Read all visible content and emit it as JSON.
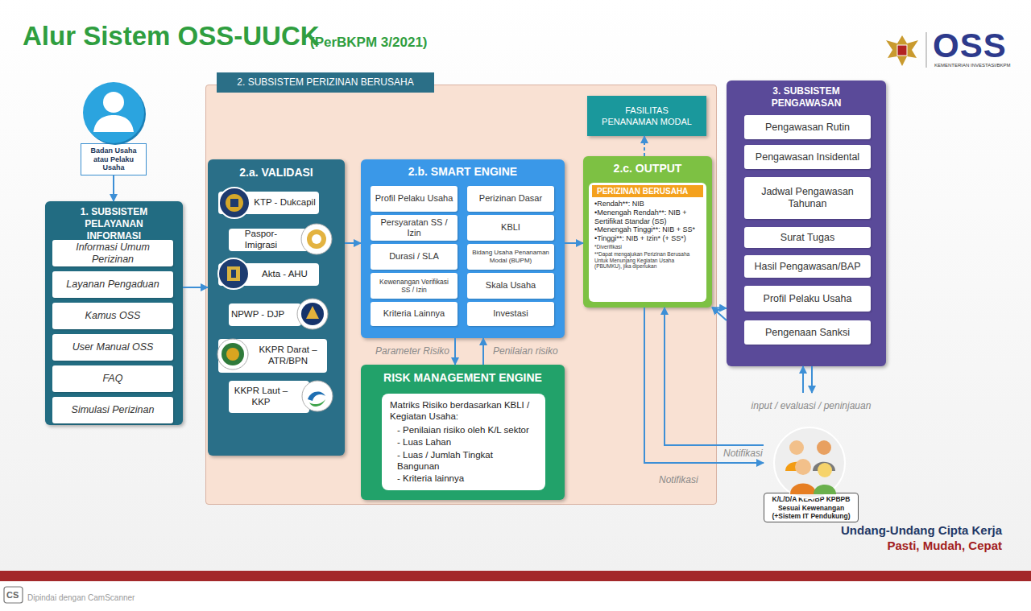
{
  "diagram": {
    "title": "Alur Sistem OSS-UUCK",
    "nodes": [
      {
        "text": [
          "Badan Usaha atau Pelaku Usaha"
        ]
      },
      {
        "text": [
          "1. SUBSISTEM PELAYANAN INFORMASI"
        ]
      },
      {
        "text": [
          "Informasi Umum Perizinan"
        ],
        "in": 1
      },
      {
        "text": [
          "Layanan Pengaduan"
        ],
        "in": 1
      },
      {
        "text": [
          "Kamus OSS"
        ],
        "in": 1
      },
      {
        "text": [
          "User Manual OSS"
        ],
        "in": 1
      },
      {
        "text": [
          "FAQ"
        ],
        "in": 1
      },
      {
        "text": [
          "Simulasi Perizinan"
        ],
        "in": 1
      },
      {
        "text": [
          "2. SUBSISTEM PERIZINAN BERUSAHA"
        ]
      },
      {
        "text": [
          "2.a. VALIDASI"
        ],
        "in": 8
      },
      {
        "text": [
          "KTP - Dukcapil"
        ],
        "in": 9
      },
      {
        "text": [
          "Paspor-Imigrasi"
        ],
        "in": 9
      },
      {
        "text": [
          "Akta - AHU"
        ],
        "in": 9
      },
      {
        "text": [
          "NPWP - DJP"
        ],
        "in": 9
      },
      {
        "text": [
          "KKPR Darat – ATR/BPN"
        ],
        "in": 9
      },
      {
        "text": [
          "KKPR Laut – KKP"
        ],
        "in": 9
      },
      {
        "text": [
          "2.b. SMART ENGINE"
        ],
        "in": 8
      },
      {
        "text": [
          "Profil Pelaku Usaha"
        ],
        "in": 16
      },
      {
        "text": [
          "Perizinan Dasar"
        ],
        "in": 16
      },
      {
        "text": [
          "Persyaratan SS / Izin"
        ],
        "in": 16
      },
      {
        "text": [
          "KBLI"
        ],
        "in": 16
      },
      {
        "text": [
          "Durasi / SLA"
        ],
        "in": 16
      },
      {
        "text": [
          "Bidang Usaha Penanaman Modal (BUPM)"
        ],
        "in": 16
      },
      {
        "text": [
          "Kewenangan Verifikasi SS / Izin"
        ],
        "in": 16
      },
      {
        "text": [
          "Skala Usaha"
        ],
        "in": 16
      },
      {
        "text": [
          "Kriteria Lainnya"
        ],
        "in": 16
      },
      {
        "text": [
          "Investasi"
        ],
        "in": 16
      },
      {
        "text": [
          "RISK MANAGEMENT ENGINE"
        ],
        "in": 8
      },
      {
        "text": [
          "Matriks Risiko berdasarkan KBLI / Kegiatan Usaha:",
          "- Penilaian risiko oleh K/L sektor",
          "- Luas Lahan",
          "- Luas / Jumlah Tingkat Bangunan",
          "- Kriteria lainnya"
        ],
        "in": 27
      },
      {
        "text": [
          "FASILITAS PENANAMAN MODAL"
        ],
        "in": 8
      },
      {
        "text": [
          "2.c. OUTPUT"
        ],
        "in": 8
      },
      {
        "text": [
          "PERIZINAN BERUSAHA",
          "•Rendah**: NIB",
          "•Menengah Rendah**: NIB + Sertifikat Standar (SS)",
          "•Menengah Tinggi**: NIB + SS*",
          "•Tinggi**: NIB + Izin* (+ SS*)",
          "*Diverifikasi",
          "**Dapat mengajukan Perizinan Berusaha Untuk Menunjang Kegiatan Usaha (PBUMKU), jika diperlukan"
        ],
        "in": 30
      },
      {
        "text": [
          "3. SUBSISTEM PENGAWASAN"
        ]
      },
      {
        "text": [
          "Pengawasan Rutin"
        ],
        "in": 32
      },
      {
        "text": [
          "Pengawasan Insidental"
        ],
        "in": 32
      },
      {
        "text": [
          "Jadwal Pengawasan Tahunan"
        ],
        "in": 32
      },
      {
        "text": [
          "Surat Tugas"
        ],
        "in": 32
      },
      {
        "text": [
          "Hasil Pengawasan/BAP"
        ],
        "in": 32
      },
      {
        "text": [
          "Profil Pelaku Usaha"
        ],
        "in": 32
      },
      {
        "text": [
          "Pengenaan Sanksi"
        ],
        "in": 32
      },
      {
        "text": [
          "K/L/D/A KEK/BP KPBPB Sesuai Kewenangan (+Sistem IT Pendukung)"
        ]
      }
    ],
    "edges": [
      {
        "from": 0,
        "to": 1,
        "arrow": "to"
      },
      {
        "from": 1,
        "to": 9,
        "arrow": "to"
      },
      {
        "from": 9,
        "to": 16,
        "arrow": "to"
      },
      {
        "from": 16,
        "to": 27,
        "label": "Parameter Risiko",
        "arrow": "to"
      },
      {
        "from": 27,
        "to": 16,
        "label": "Penilaian risiko",
        "arrow": "to"
      },
      {
        "from": 16,
        "to": 30,
        "arrow": "to"
      },
      {
        "from": 30,
        "to": 29,
        "arrow": "to"
      },
      {
        "from": 30,
        "to": 32,
        "arrow": "to"
      },
      {
        "from": 32,
        "to": 30,
        "arrow": "to"
      },
      {
        "from": 30,
        "to": 40,
        "label": "Notifikasi",
        "arrow": "to"
      },
      {
        "from": 40,
        "to": 30,
        "label": "Notifikasi",
        "arrow": "to"
      },
      {
        "from": 40,
        "to": 32,
        "label": "input / evaluasi / peninjauan",
        "arrow": "to"
      },
      {
        "from": 32,
        "to": 40,
        "arrow": "to"
      }
    ],
    "labels": [
      "(PerBKPM 3/2021)",
      "OSS",
      "KEMENTERIAN INVESTASI/BKPM",
      "Undang-Undang Cipta Kerja",
      "Pasti, Mudah, Cepat",
      "CS",
      "Dipindai dengan CamScanner"
    ]
  }
}
